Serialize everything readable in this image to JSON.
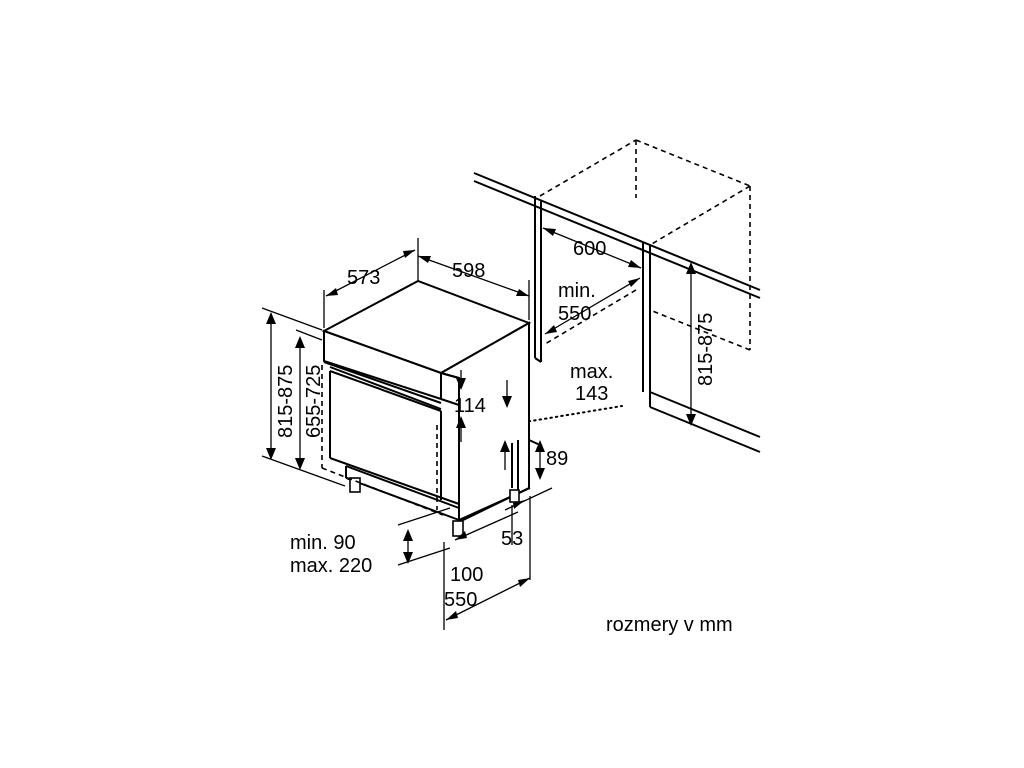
{
  "dimensions": {
    "width_598": "598",
    "depth_573": "573",
    "height_outer": "815-875",
    "height_inner": "655-725",
    "panel_114": "114",
    "plinth_89": "89",
    "plinth_53": "53",
    "plinth_100": "100",
    "depth_550": "550",
    "niche_width_600": "600",
    "niche_depth_min": "min.",
    "niche_depth_550": "550",
    "niche_max": "max.",
    "niche_143": "143",
    "niche_height": "815-875",
    "plinth_min": "min. 90",
    "plinth_max": "max. 220"
  },
  "caption": "rozmery v mm"
}
